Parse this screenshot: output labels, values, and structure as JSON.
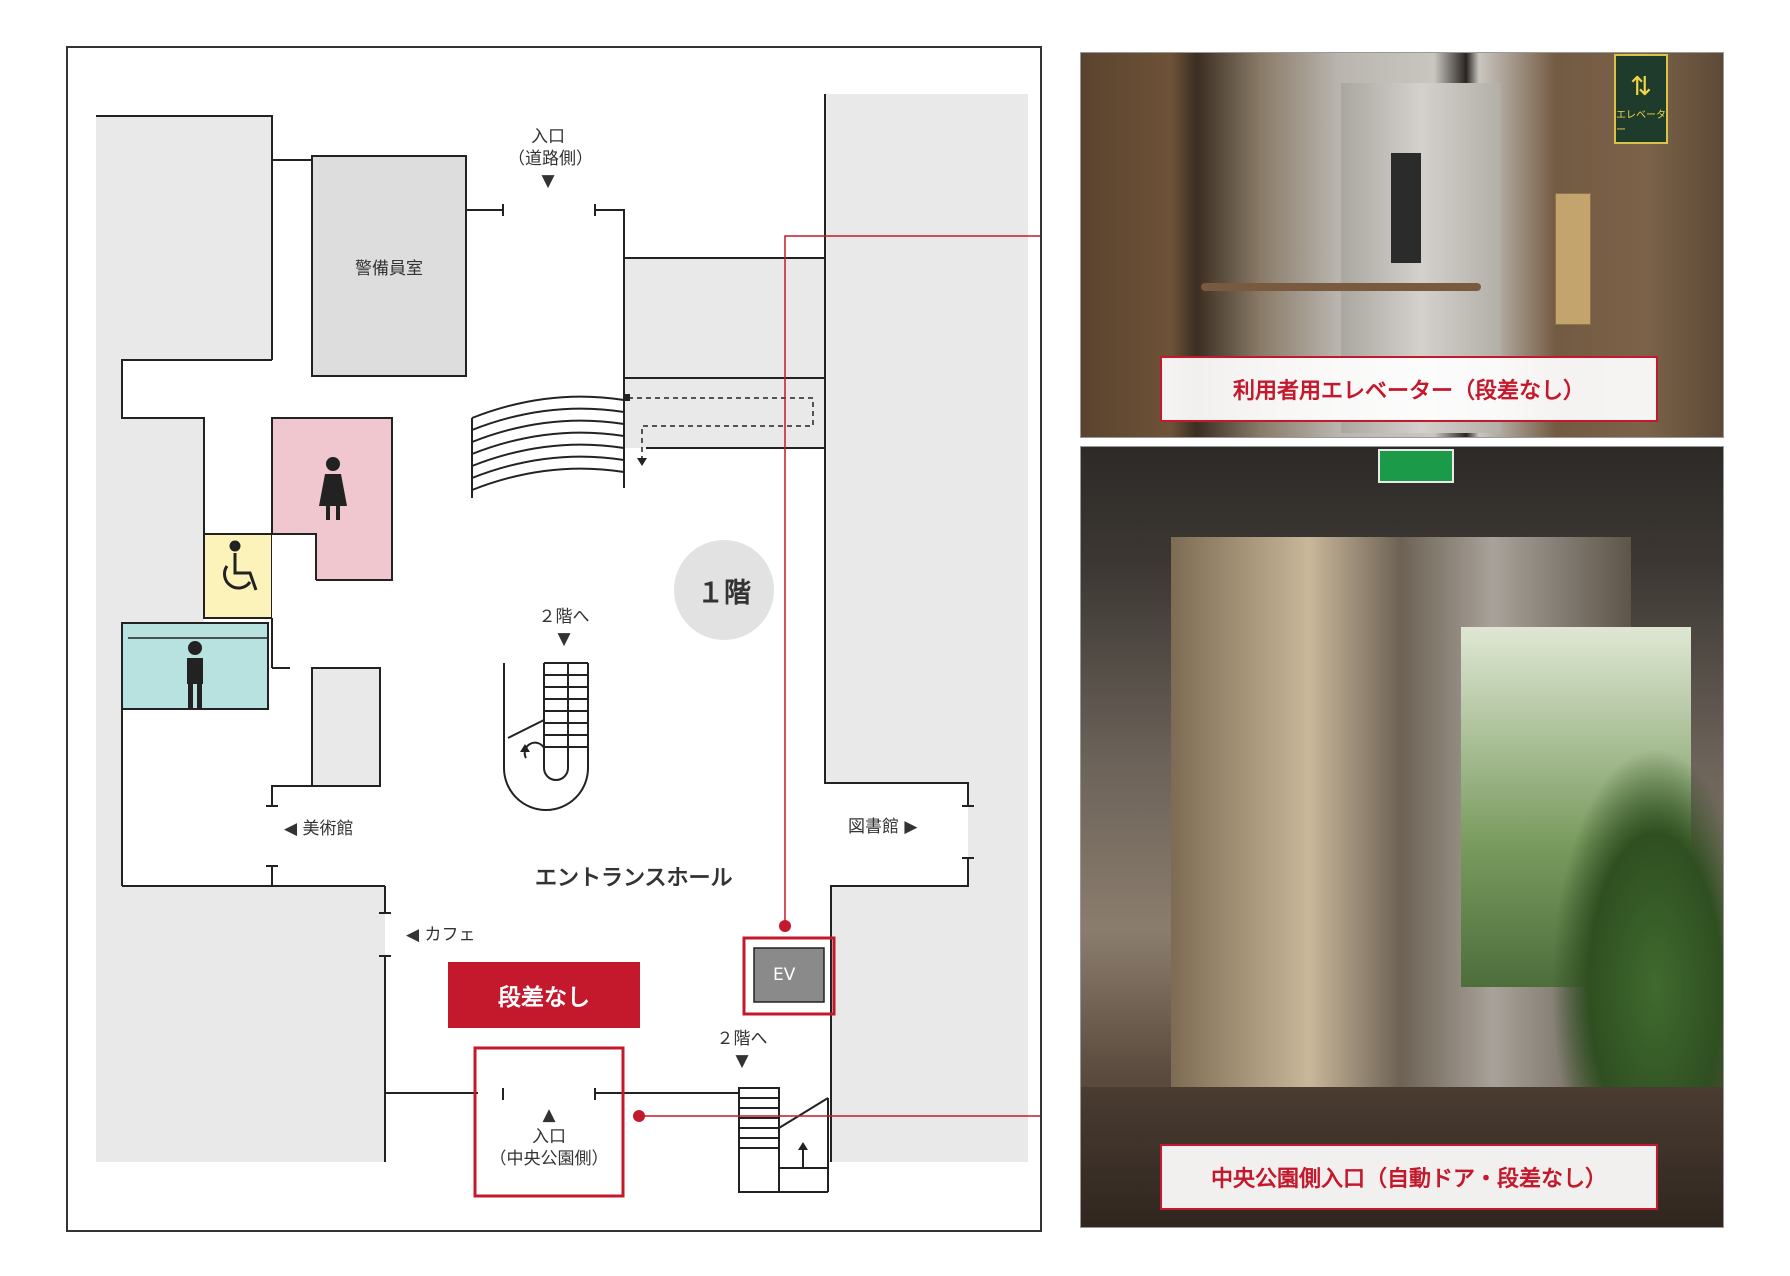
{
  "floor": {
    "badge": "１階"
  },
  "rooms": {
    "guard_room": "警備員室",
    "elevator": "EV",
    "entrance_hall": "エントランスホール"
  },
  "entrances": {
    "road_side": {
      "line1": "入口",
      "line2": "（道路側）",
      "arrow": "▼"
    },
    "central_park": {
      "arrow": "▲",
      "line1": "入口",
      "line2": "（中央公園側）"
    }
  },
  "directions": {
    "museum": "◀ 美術館",
    "library": "図書館 ▶",
    "cafe": "◀ カフェ",
    "stairs_upper": {
      "text": "２階へ",
      "arrow": "▼"
    },
    "stairs_lower": {
      "text": "２階へ",
      "arrow": "▼"
    }
  },
  "badges": {
    "no_step": "段差なし"
  },
  "restroom_icons": [
    "female-restroom-icon",
    "wheelchair-accessible-icon",
    "male-restroom-icon"
  ],
  "photos": {
    "top_caption": "利用者用エレベーター（段差なし）",
    "top_sign": "エレベーター",
    "bottom_caption": "中央公園側入口（自動ドア・段差なし）"
  },
  "colors": {
    "accent_red": "#c4192c",
    "wall_gray": "#e9e9e9",
    "guard_room_gray": "#dddddd",
    "female_pink": "#f1c7cf",
    "accessible_yellow": "#fbf3b9",
    "male_teal": "#b8e2df",
    "elevator_gray": "#8a8a8a"
  }
}
